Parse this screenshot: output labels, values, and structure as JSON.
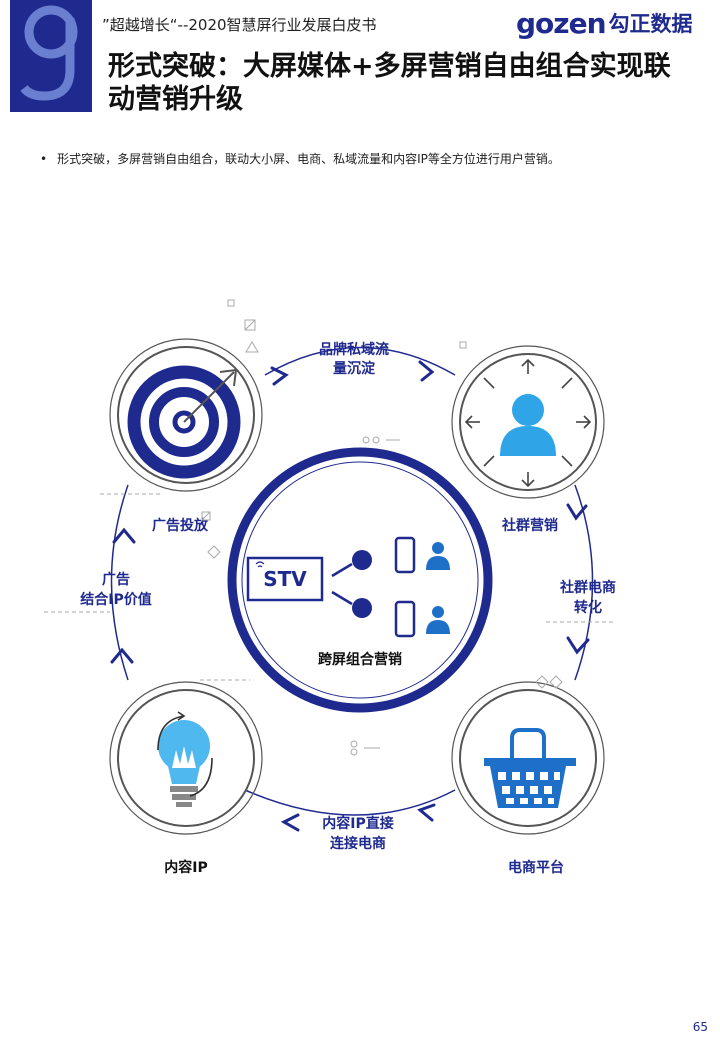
{
  "header": {
    "report_tag": "”超越增长“--2020智慧屏行业发展白皮书",
    "brand_en": "gozen",
    "brand_cn": "勾正数据"
  },
  "title": "形式突破：大屏媒体+多屏营销自由组合实现联动营销升级",
  "bullet": "形式突破，多屏营销自由组合，联动大小屏、电商、私域流量和内容IP等全方位进行用户营销。",
  "diagram": {
    "center_label": "跨屏组合营销",
    "stv_text": "STV",
    "nodes": [
      {
        "name": "ad-placement",
        "label": "广告投放",
        "icon": "target-icon"
      },
      {
        "name": "community-marketing",
        "label": "社群营销",
        "icon": "user-icon"
      },
      {
        "name": "ecommerce-platform",
        "label": "电商平台",
        "icon": "basket-icon"
      },
      {
        "name": "content-ip",
        "label": "内容IP",
        "icon": "lightbulb-icon"
      }
    ],
    "connectors": {
      "top": [
        "品牌私域流",
        "量沉淀"
      ],
      "right": [
        "社群电商",
        "转化"
      ],
      "bottom": [
        "内容IP直接",
        "连接电商"
      ],
      "left": [
        "广告",
        "结合IP价值"
      ]
    }
  },
  "colors": {
    "primary": "#1f2a8f",
    "accent": "#1e6fc7",
    "light_blue": "#4fb8ee"
  },
  "page_number": "65"
}
